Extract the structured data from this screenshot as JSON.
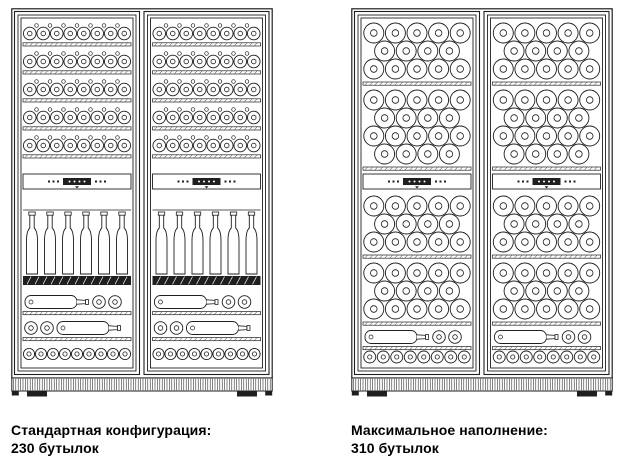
{
  "diagram": {
    "background": "#ffffff",
    "stroke_color": "#1f1f1f",
    "dark_fill": "#1f1f1f",
    "left": {
      "caption_line1": "Стандартная конфигурация:",
      "caption_line2": "230 бутылок",
      "doors": 2,
      "door": {
        "shelf_rows": 5,
        "bottles_per_shelf_row": 8,
        "standing_bottles": 6,
        "lying_shelf_rows": 2,
        "bottom_row_bottles": 9
      }
    },
    "right": {
      "caption_line1": "Максимальное наполнение:",
      "caption_line2": "310 бутылок",
      "doors": 2,
      "door": {
        "bulk_sections_above_panel": [
          3,
          4
        ],
        "bulk_sections_below_panel": [
          3,
          3
        ],
        "bottles_per_bulk_row": 5,
        "lying_shelf_rows": 1,
        "bottom_row_bottles": 8
      }
    }
  }
}
